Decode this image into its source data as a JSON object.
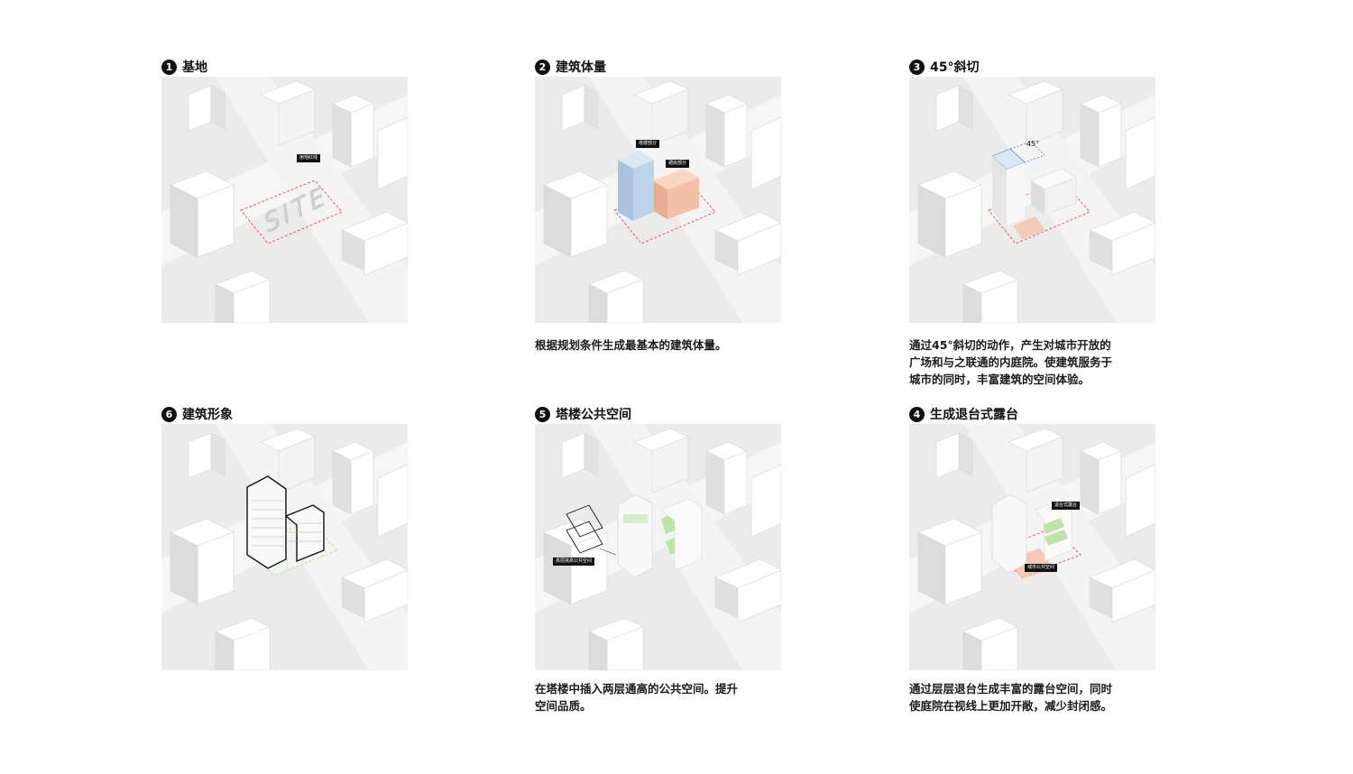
{
  "panels": [
    {
      "num": "1",
      "title": "基地",
      "caption": "",
      "tags": [
        "用地红线"
      ],
      "site": "SITE"
    },
    {
      "num": "2",
      "title": "建筑体量",
      "caption": "根据规划条件生成最基本的建筑体量。",
      "tags": [
        "塔楼部分",
        "裙房部分"
      ]
    },
    {
      "num": "3",
      "title": "45°斜切",
      "caption": "通过45°斜切的动作，产生对城市开放的\n广场和与之联通的内庭院。使建筑服务于\n城市的同时，丰富建筑的空间体验。",
      "angle": "45°"
    },
    {
      "num": "6",
      "title": "建筑形象",
      "caption": ""
    },
    {
      "num": "5",
      "title": "塔楼公共空间",
      "caption": "在塔楼中插入两层通高的公共空间。提升\n空间品质。",
      "tags": [
        "高层挑高公共空间"
      ]
    },
    {
      "num": "4",
      "title": "生成退台式露台",
      "caption": "通过层层退台生成丰富的露台空间，同时\n使庭院在视线上更加开敞，减少封闭感。",
      "tags": [
        "退台式露台",
        "城市公共空间"
      ]
    }
  ],
  "colors": {
    "tower": "#bcd3ea",
    "podium": "#f2c1a8",
    "green": "#bfe3a6",
    "redline": "#e06060"
  }
}
